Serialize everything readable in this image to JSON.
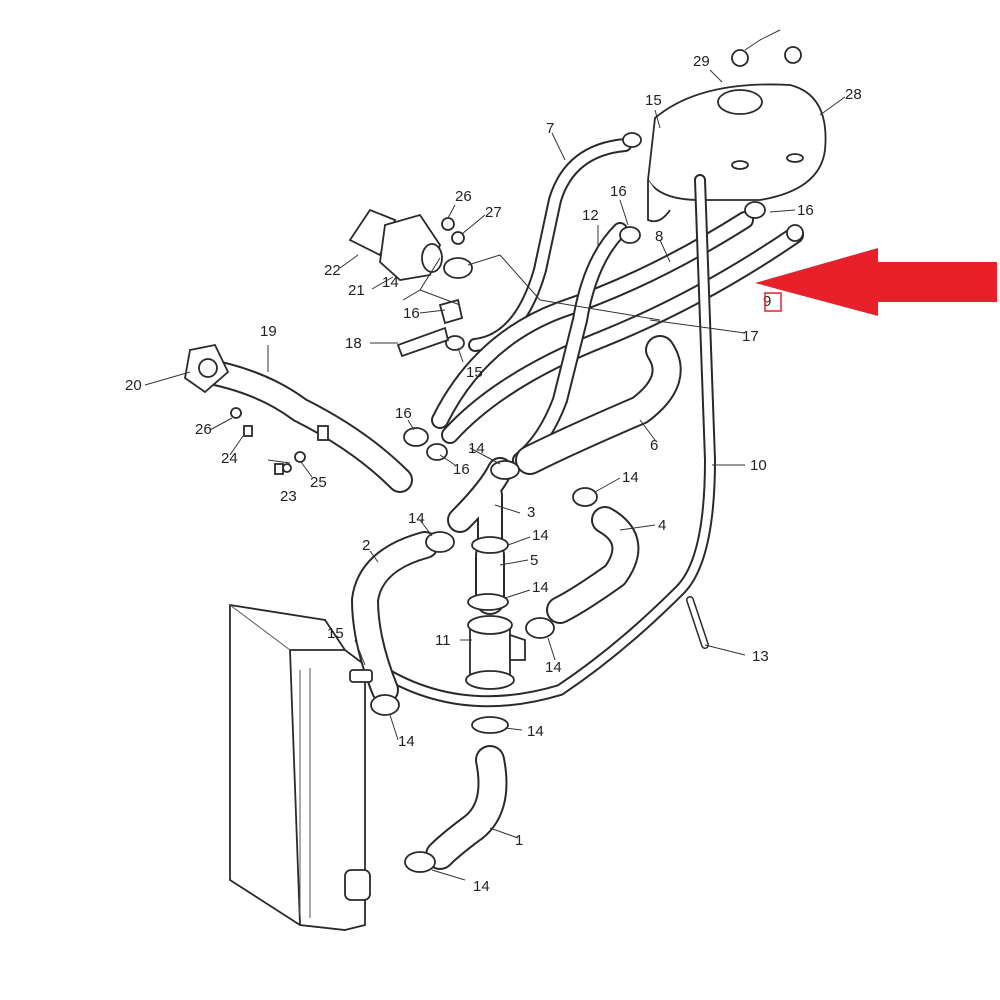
{
  "callouts": [
    {
      "id": "c1",
      "text": "1"
    },
    {
      "id": "c2",
      "text": "2"
    },
    {
      "id": "c3",
      "text": "3"
    },
    {
      "id": "c4",
      "text": "4"
    },
    {
      "id": "c5",
      "text": "5"
    },
    {
      "id": "c6",
      "text": "6"
    },
    {
      "id": "c7",
      "text": "7"
    },
    {
      "id": "c8",
      "text": "8"
    },
    {
      "id": "c9",
      "text": "9"
    },
    {
      "id": "c10",
      "text": "10"
    },
    {
      "id": "c11",
      "text": "11"
    },
    {
      "id": "c12",
      "text": "12"
    },
    {
      "id": "c13",
      "text": "13"
    },
    {
      "id": "c14a",
      "text": "14"
    },
    {
      "id": "c14b",
      "text": "14"
    },
    {
      "id": "c14c",
      "text": "14"
    },
    {
      "id": "c14d",
      "text": "14"
    },
    {
      "id": "c14e",
      "text": "14"
    },
    {
      "id": "c14f",
      "text": "14"
    },
    {
      "id": "c14g",
      "text": "14"
    },
    {
      "id": "c14h",
      "text": "14"
    },
    {
      "id": "c14i",
      "text": "14"
    },
    {
      "id": "c14j",
      "text": "14"
    },
    {
      "id": "c15a",
      "text": "15"
    },
    {
      "id": "c15b",
      "text": "15"
    },
    {
      "id": "c15c",
      "text": "15"
    },
    {
      "id": "c16a",
      "text": "16"
    },
    {
      "id": "c16b",
      "text": "16"
    },
    {
      "id": "c16c",
      "text": "16"
    },
    {
      "id": "c16d",
      "text": "16"
    },
    {
      "id": "c16e",
      "text": "16"
    },
    {
      "id": "c17",
      "text": "17"
    },
    {
      "id": "c18",
      "text": "18"
    },
    {
      "id": "c19",
      "text": "19"
    },
    {
      "id": "c20",
      "text": "20"
    },
    {
      "id": "c21",
      "text": "21"
    },
    {
      "id": "c22",
      "text": "22"
    },
    {
      "id": "c23",
      "text": "23"
    },
    {
      "id": "c24",
      "text": "24"
    },
    {
      "id": "c25",
      "text": "25"
    },
    {
      "id": "c26a",
      "text": "26"
    },
    {
      "id": "c26b",
      "text": "26"
    },
    {
      "id": "c27",
      "text": "27"
    },
    {
      "id": "c28",
      "text": "28"
    },
    {
      "id": "c29",
      "text": "29"
    }
  ],
  "colors": {
    "highlight_arrow": "#e8202a",
    "highlight_box": "#e8202a",
    "line_art": "#2a2a2a"
  }
}
